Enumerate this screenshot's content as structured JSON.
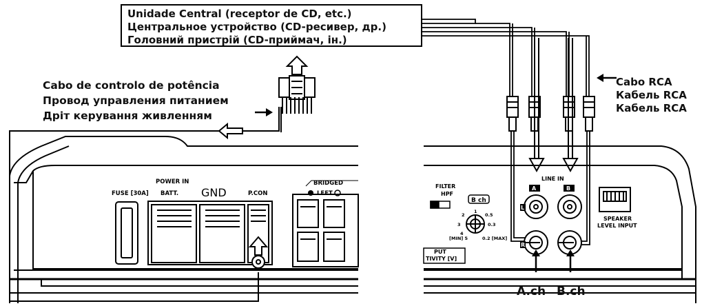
{
  "head_unit": {
    "lines": [
      "Unidade Central (receptor de CD, etc.)",
      "Центральное устройство (CD-ресивер, др.)",
      "Головний пристрій (CD-приймач, ін.)"
    ]
  },
  "power_cable": {
    "lines": [
      "Cabo de controlo de potência",
      "Провод управления питанием",
      "Дріт керування живленням"
    ]
  },
  "rca_cable": {
    "lines": [
      "Cabo RCA",
      "Кабель RCA",
      "Кабель RCA"
    ]
  },
  "amp_left": {
    "fuse": "FUSE [30A]",
    "power_in": "POWER IN",
    "batt": "BATT.",
    "gnd": "GND",
    "pcon": "P.CON",
    "bridged": "BRIDGED",
    "left": "LEFT"
  },
  "amp_right": {
    "filter": "FILTER",
    "hpf": "HPF",
    "bch": "B ch",
    "line_in": "LINE IN",
    "a": "A",
    "b": "B",
    "l": "L",
    "r": "R",
    "speaker": "SPEAKER",
    "level_input": "LEVEL INPUT",
    "put": "PUT",
    "tivity": "TIVITY [V]",
    "dial": [
      "1",
      "2",
      "0.5",
      "3",
      "0.3",
      "4",
      "[MIN] 5",
      "0.2 [MAX]"
    ]
  },
  "channels": {
    "a": "A.ch",
    "b": "B.ch"
  }
}
